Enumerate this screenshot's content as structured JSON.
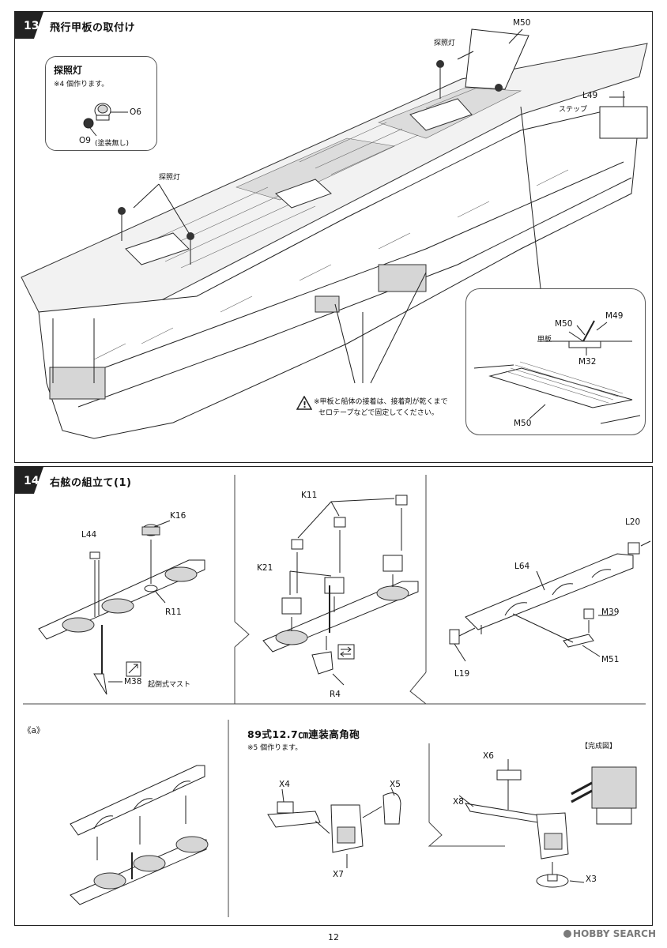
{
  "step13": {
    "number": "13",
    "title": "飛行甲板の取付け",
    "callout": {
      "title": "探照灯",
      "note": "※4 個作ります。",
      "part_o6": "O6",
      "part_o9": "O9",
      "part_o9_note": "(塗装無し)"
    },
    "labels": {
      "m50": "M50",
      "searchlight_a": "探照灯",
      "searchlight_b": "探照灯",
      "l49": "L49",
      "step": "ステップ"
    },
    "detail": {
      "m50": "M50",
      "m49": "M49",
      "deck": "甲板",
      "m32": "M32",
      "m50_b": "M50"
    },
    "warning": {
      "line1": "※甲板と船体の接着は、接着剤が乾くまで",
      "line2": "セロテープなどで固定してください。"
    }
  },
  "step14": {
    "number": "14",
    "title": "右舷の組立て(1)",
    "sub1": {
      "k16": "K16",
      "l44": "L44",
      "r11": "R11",
      "m38": "M38",
      "m38_note": "起倒式マスト"
    },
    "sub2": {
      "k11": "K11",
      "k21": "K21",
      "r4": "R4"
    },
    "sub3": {
      "l20": "L20",
      "l64": "L64",
      "m39": "M39",
      "m51": "M51",
      "l19": "L19"
    },
    "sub_a": {
      "label": "《a》"
    },
    "gun": {
      "title": "89式12.7㎝連装高角砲",
      "note": "※5 個作ります。",
      "x4": "X4",
      "x5": "X5",
      "x7": "X7",
      "x6": "X6",
      "x8": "X8",
      "x3": "X3",
      "finished": "【完成図】"
    }
  },
  "page_number": "12",
  "watermark": "HOBBY SEARCH"
}
